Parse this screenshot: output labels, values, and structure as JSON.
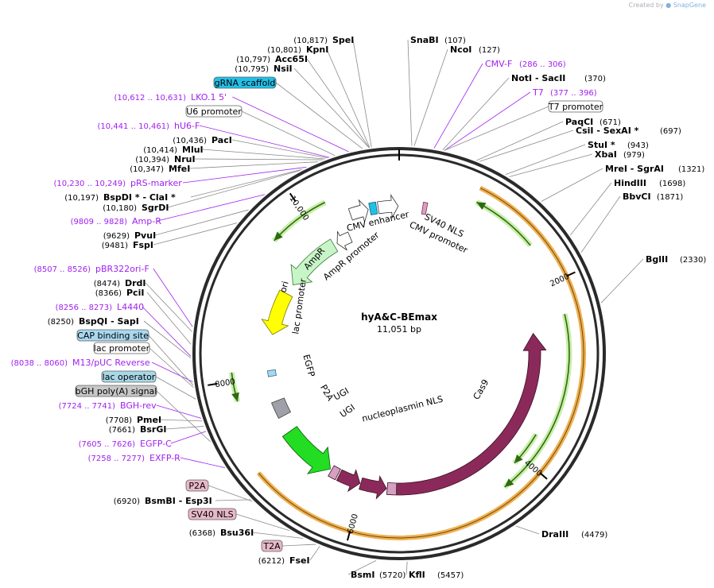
{
  "watermark": {
    "prefix": "Created by",
    "brand": "SnapGene"
  },
  "plasmid": {
    "name": "hyA&C-BEmax",
    "length_text": "11,051 bp"
  },
  "ticks": [
    "2000",
    "4000",
    "6000",
    "8000",
    "10,000"
  ],
  "features": {
    "cmv_enhancer": "CMV enhancer",
    "cmv_promoter": "CMV promoter",
    "sv40_nls": "SV40 NLS",
    "cas9": "Cas9",
    "nucleoplasmin_nls": "nucleoplasmin NLS",
    "ugi1": "UGI",
    "ugi2": "UGI",
    "p2a": "P2A",
    "egfp": "EGFP",
    "lac_promoter": "lac promoter",
    "ori": "ori",
    "ampr": "AmpR",
    "ampr_promoter": "AmpR promoter"
  },
  "enzymes_right": [
    {
      "name": "SnaBI",
      "pos": "(107)"
    },
    {
      "name": "NcoI",
      "pos": "(127)"
    },
    {
      "name": "NotI - SacII",
      "pos": "(370)"
    },
    {
      "name": "PaqCI",
      "pos": "(671)"
    },
    {
      "name": "CsiI - SexAI *",
      "pos": "(697)"
    },
    {
      "name": "StuI *",
      "pos": "(943)"
    },
    {
      "name": "XbaI",
      "pos": "(979)"
    },
    {
      "name": "MreI - SgrAI",
      "pos": "(1321)"
    },
    {
      "name": "HindIII",
      "pos": "(1698)"
    },
    {
      "name": "BbvCI",
      "pos": "(1871)"
    },
    {
      "name": "BglII",
      "pos": "(2330)"
    },
    {
      "name": "DraIII",
      "pos": "(4479)"
    },
    {
      "name": "KflI",
      "pos": "(5457)"
    },
    {
      "name": "BsmI",
      "pos": "(5720)"
    }
  ],
  "enzymes_left": [
    {
      "name": "SpeI",
      "pos": "(10,817)"
    },
    {
      "name": "KpnI",
      "pos": "(10,801)"
    },
    {
      "name": "Acc65I",
      "pos": "(10,797)"
    },
    {
      "name": "NsiI",
      "pos": "(10,795)"
    },
    {
      "name": "PacI",
      "pos": "(10,436)"
    },
    {
      "name": "MluI",
      "pos": "(10,414)"
    },
    {
      "name": "NruI",
      "pos": "(10,394)"
    },
    {
      "name": "MfeI",
      "pos": "(10,347)"
    },
    {
      "name": "BspDI * - ClaI *",
      "pos": "(10,197)"
    },
    {
      "name": "SgrDI",
      "pos": "(10,180)"
    },
    {
      "name": "PvuI",
      "pos": "(9629)"
    },
    {
      "name": "FspI",
      "pos": "(9481)"
    },
    {
      "name": "DrdI",
      "pos": "(8474)"
    },
    {
      "name": "PciI",
      "pos": "(8366)"
    },
    {
      "name": "BspQI - SapI",
      "pos": "(8250)"
    },
    {
      "name": "PmeI",
      "pos": "(7708)"
    },
    {
      "name": "BsrGI",
      "pos": "(7661)"
    },
    {
      "name": "BsmBI - Esp3I",
      "pos": "(6920)"
    },
    {
      "name": "Bsu36I",
      "pos": "(6368)"
    },
    {
      "name": "FseI",
      "pos": "(6212)"
    }
  ],
  "primers": [
    {
      "name": "CMV-F",
      "pos": "(286 .. 306)"
    },
    {
      "name": "T7",
      "pos": "(377 .. 396)"
    },
    {
      "name": "LKO.1 5'",
      "pos": "(10,612 .. 10,631)"
    },
    {
      "name": "hU6-F",
      "pos": "(10,441 .. 10,461)"
    },
    {
      "name": "pRS-marker",
      "pos": "(10,230 .. 10,249)"
    },
    {
      "name": "Amp-R",
      "pos": "(9809 .. 9828)"
    },
    {
      "name": "pBR322ori-F",
      "pos": "(8507 .. 8526)"
    },
    {
      "name": "L4440",
      "pos": "(8256 .. 8273)"
    },
    {
      "name": "M13/pUC Reverse",
      "pos": "(8038 .. 8060)"
    },
    {
      "name": "BGH-rev",
      "pos": "(7724 .. 7741)"
    },
    {
      "name": "EGFP-C",
      "pos": "(7605 .. 7626)"
    },
    {
      "name": "EXFP-R",
      "pos": "(7258 .. 7277)"
    }
  ],
  "boxed_labels": {
    "grna_scaffold": "gRNA scaffold",
    "u6_promoter": "U6 promoter",
    "t7_promoter": "T7 promoter",
    "cap_binding_site": "CAP binding site",
    "lac_promoter": "lac promoter",
    "lac_operator": "lac operator",
    "bgh_polya": "bGH poly(A) signal",
    "p2a": "P2A",
    "sv40_nls": "SV40 NLS",
    "t2a": "T2A"
  },
  "colors": {
    "backbone": "#2a2a2a",
    "cas9": "#8b2a5a",
    "egfp": "#22dd22",
    "ori": "#ffff00",
    "ampr": "#c8f5c8",
    "orange_track": "#f0b050",
    "green_track": "#88cc44",
    "primer": "#a020f0",
    "enhancer": "#ffffff",
    "grna": "#22c0e8",
    "cap": "#a8d8f0",
    "lac_operator": "#a8d8e8",
    "bgh": "#c8c8c8",
    "pink": "#e8b8c8"
  }
}
